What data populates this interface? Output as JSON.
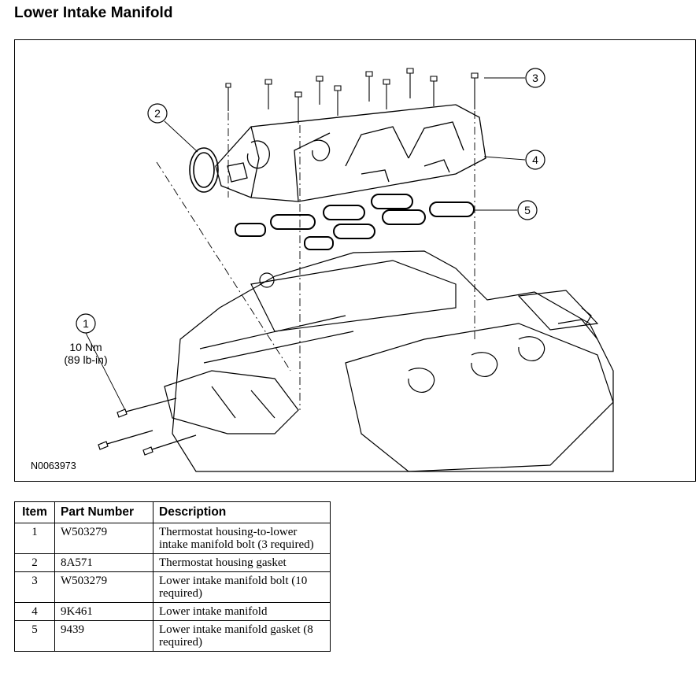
{
  "page": {
    "title": "Lower Intake Manifold"
  },
  "figure": {
    "id": "N0063973",
    "callouts": [
      {
        "number": "1"
      },
      {
        "number": "2"
      },
      {
        "number": "3"
      },
      {
        "number": "4"
      },
      {
        "number": "5"
      }
    ],
    "torque": {
      "nm": "10 Nm",
      "lbin": "(89 lb-in)"
    }
  },
  "table": {
    "headers": {
      "item": "Item",
      "part_number": "Part Number",
      "description": "Description"
    },
    "rows": [
      {
        "item": "1",
        "part_number": "W503279",
        "description": "Thermostat housing-to-lower intake manifold bolt (3 required)"
      },
      {
        "item": "2",
        "part_number": "8A571",
        "description": "Thermostat housing gasket"
      },
      {
        "item": "3",
        "part_number": "W503279",
        "description": "Lower intake manifold bolt (10 required)"
      },
      {
        "item": "4",
        "part_number": "9K461",
        "description": "Lower intake manifold"
      },
      {
        "item": "5",
        "part_number": "9439",
        "description": "Lower intake manifold gasket (8 required)"
      }
    ]
  }
}
